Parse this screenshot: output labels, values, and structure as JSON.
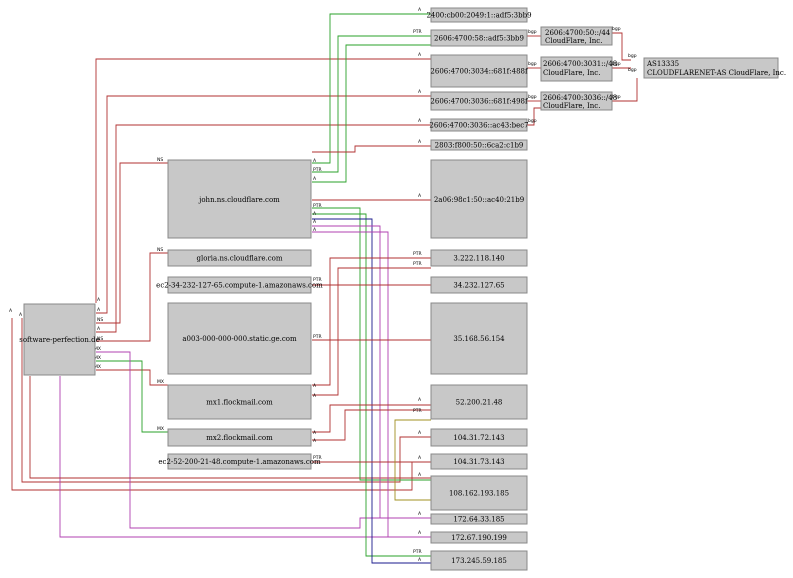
{
  "nodes": {
    "n_sp": "software-perfection.de",
    "n_john": "john.ns.cloudflare.com",
    "n_gloria": "gloria.ns.cloudflare.com",
    "n_ec2a": "ec2-34-232-127-65.compute-1.amazonaws.com",
    "n_static": "a003-000-000-000.static.ge.com",
    "n_mx1": "mx1.flockmail.com",
    "n_mx2": "mx2.flockmail.com",
    "n_ec2b": "ec2-52-200-21-48.compute-1.amazonaws.com",
    "n_v6a": "2400:cb00:2049:1::adf5:3bb9",
    "n_v6b": "2606:4700:58::adf5:3bb9",
    "n_v6c": "2606:4700:3034::681f:488f",
    "n_v6d": "2606:4700:3036::681f:498f",
    "n_v6e": "2606:4700:3036::ac43:bec7",
    "n_v6f": "2803:f800:50::6ca2:c1b9",
    "n_v6g": "2a06:98c1:50::ac40:21b9",
    "n_ip1": "3.222.118.140",
    "n_ip2": "34.232.127.65",
    "n_ip3": "35.168.56.154",
    "n_ip4": "52.200.21.48",
    "n_ip5": "104.31.72.143",
    "n_ip6": "104.31.73.143",
    "n_ip7": "108.162.193.185",
    "n_ip8": "172.64.33.185",
    "n_ip9": "172.67.190.199",
    "n_ip10": "173.245.59.185",
    "n_pfx1a": "2606:4700:50::/44",
    "n_pfx1b": "CloudFlare, Inc.",
    "n_pfx2a": "2606:4700:3031::/48",
    "n_pfx2b": "CloudFlare, Inc.",
    "n_pfx3a": "2606:4700:3036::/48",
    "n_pfx3b": "CloudFlare, Inc.",
    "n_asa": "AS13335",
    "n_asb": "CLOUDFLARENET-AS CloudFlare, Inc."
  },
  "edge_labels": {
    "A": "A",
    "NS": "NS",
    "MX": "MX",
    "PTR": "PTR",
    "BGP": "bgp"
  },
  "colors": {
    "node_fill": "#c8c8c8",
    "edge_red": "#b03030",
    "edge_green": "#2aa02a",
    "edge_blue": "#1a1a8c",
    "edge_magenta": "#b040b0",
    "edge_olive": "#a09020"
  }
}
